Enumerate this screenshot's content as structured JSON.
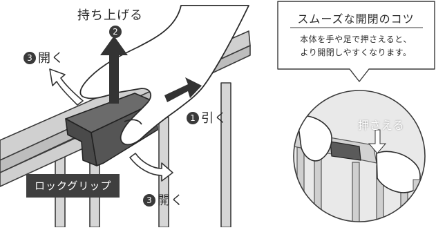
{
  "steps": {
    "lift": {
      "number": "2",
      "label": "持ち上げる"
    },
    "open_top": {
      "number": "3",
      "label": "開く"
    },
    "pull": {
      "number": "1",
      "label": "引く"
    },
    "open_bottom": {
      "number": "3",
      "label": "開く"
    }
  },
  "lock_grip_label": "ロックグリップ",
  "tip": {
    "title": "スムーズな開閉のコツ",
    "line1": "本体を手や足で押さえると、",
    "line2": "より開閉しやすくなります。"
  },
  "press_label": "押さえる",
  "colors": {
    "gate_grey": "#cfcfcf",
    "dark": "#3f3f3f",
    "ink": "#2b2b2b"
  }
}
